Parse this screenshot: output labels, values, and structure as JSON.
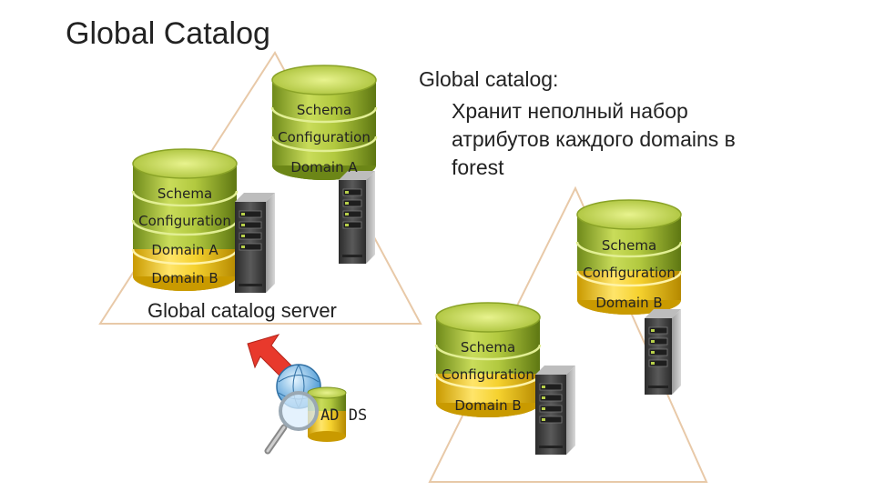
{
  "title": "Global Catalog",
  "note": {
    "heading": "Global catalog:",
    "body": "Хранит неполный набор атрибутов каждого domains в forest"
  },
  "gc_server_label": "Global catalog server",
  "ad_ds_label": "AD DS",
  "databases": {
    "domain_a_dc": [
      "Schema",
      "Configuration",
      "Domain A"
    ],
    "global_catalog": [
      "Schema",
      "Configuration",
      "Domain A",
      "Domain B"
    ],
    "domain_b_dc1": [
      "Schema",
      "Configuration",
      "Domain B"
    ],
    "domain_b_dc2": [
      "Schema",
      "Configuration",
      "Domain B"
    ]
  },
  "colors": {
    "partition_green": "#a9c23a",
    "partition_yellow": "#f2d02b",
    "arrow_red": "#e8392c",
    "server_gray": "#3c3c3c",
    "triangle": "#e8c9a8"
  }
}
